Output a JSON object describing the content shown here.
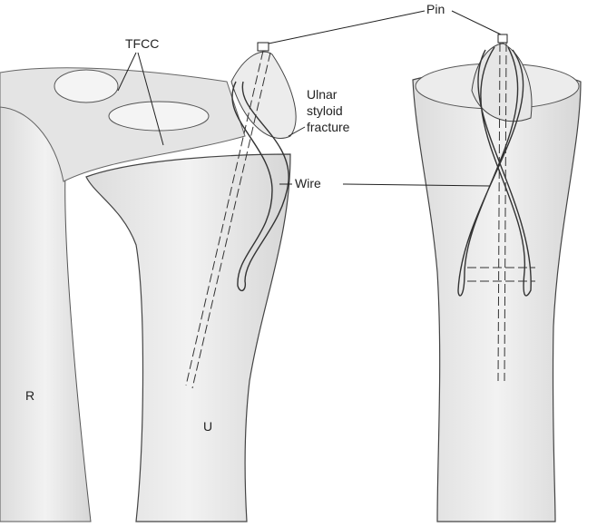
{
  "labels": {
    "pin": "Pin",
    "tfcc": "TFCC",
    "ulnar_styloid_fracture": [
      "Ulnar",
      "styloid",
      "fracture"
    ],
    "wire": "Wire",
    "radius": "R",
    "ulna": "U"
  },
  "colors": {
    "line": "#333333",
    "bone": "#eeeeee",
    "shade": "#d4d4d4"
  }
}
